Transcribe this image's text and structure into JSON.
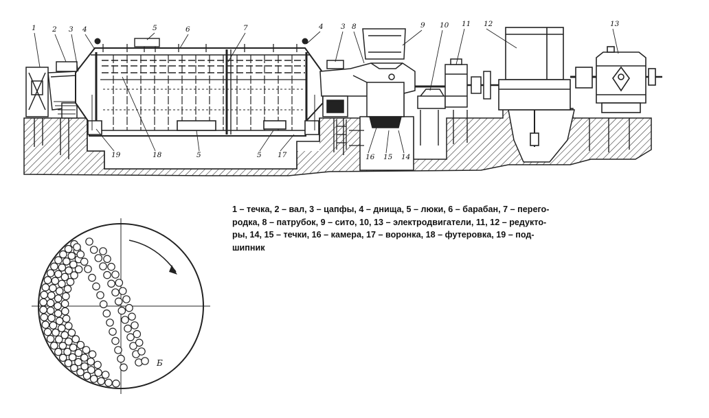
{
  "callouts": {
    "c1": "1",
    "c2": "2",
    "c3a": "3",
    "c4a": "4",
    "c5a": "5",
    "c6": "6",
    "c7": "7",
    "c4b": "4",
    "c3b": "3",
    "c8": "8",
    "c9": "9",
    "c10": "10",
    "c11": "11",
    "c12": "12",
    "c13": "13",
    "c19": "19",
    "c18": "18",
    "c5b": "5",
    "c5c": "5",
    "c17": "17",
    "c16": "16",
    "c15": "15",
    "c14": "14"
  },
  "caption": {
    "line1": "1 – течка, 2 – вал, 3 – цапфы, 4 – днища, 5 – люки, 6 – барабан, 7 – перего-",
    "line2": "родка, 8 – патрубок, 9 – сито, 10, 13 – электродвигатели, 11, 12 – редукто-",
    "line3": "ры, 14, 15 – течки, 16 – камера, 17 – воронка, 18 – футеровка, 19 – под-",
    "line4": "шипник"
  },
  "cross_section": {
    "label": "Б"
  }
}
